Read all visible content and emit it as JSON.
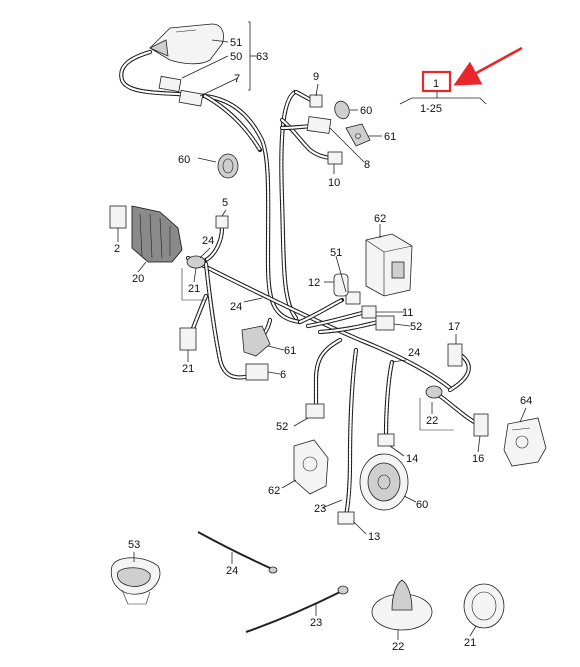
{
  "labels": {
    "l51": "51",
    "l50": "50",
    "l63": "63",
    "l7": "7",
    "l9": "9",
    "l60a": "60",
    "l61a": "61",
    "l8": "8",
    "l10": "10",
    "l1": "1",
    "l1_25": "1-25",
    "l60b": "60",
    "l5": "5",
    "l62a": "62",
    "l24a": "24",
    "l2": "2",
    "l20": "20",
    "l21a": "21",
    "l51b": "51",
    "l12": "12",
    "l24b": "24",
    "l11": "11",
    "l52a": "52",
    "l17": "17",
    "l61b": "61",
    "l21b": "21",
    "l6": "6",
    "l24c": "24",
    "l64": "64",
    "l22a": "22",
    "l52b": "52",
    "l16": "16",
    "l14": "14",
    "l62b": "62",
    "l60c": "60",
    "l23a": "23",
    "l13": "13",
    "l53": "53",
    "l24d": "24",
    "l23b": "23",
    "l22b": "22",
    "l21c": "21"
  },
  "colors": {
    "highlight": "#e8262c",
    "ink": "#1a1a1a"
  }
}
